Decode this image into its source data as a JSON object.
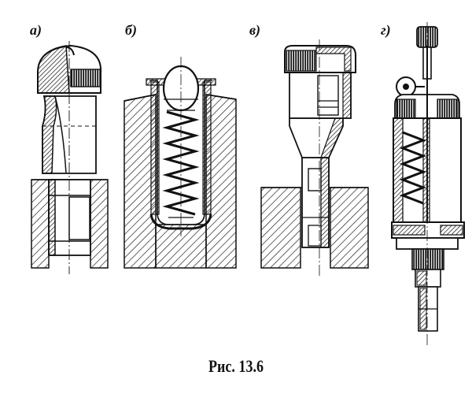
{
  "figure": {
    "caption": "Рис. 13.6",
    "panels": [
      {
        "id": "a",
        "label": "а)"
      },
      {
        "id": "b",
        "label": "б)"
      },
      {
        "id": "v",
        "label": "в)"
      },
      {
        "id": "g",
        "label": "г)"
      }
    ]
  },
  "colors": {
    "ink": "#111111",
    "paper": "#ffffff"
  }
}
